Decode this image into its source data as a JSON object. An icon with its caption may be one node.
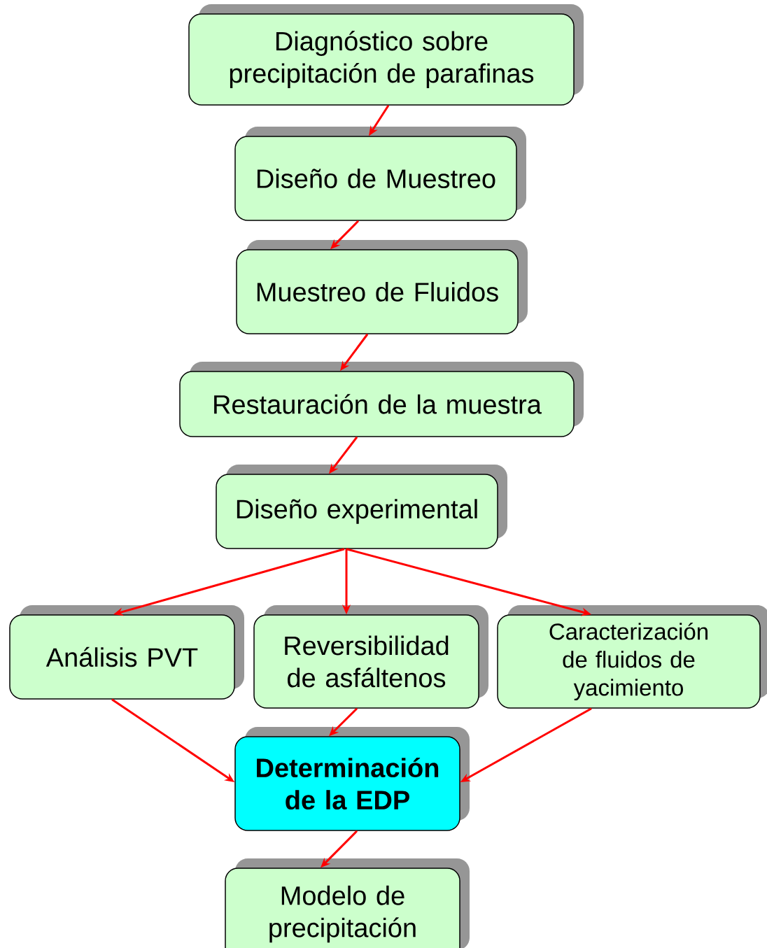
{
  "diagram": {
    "nodes": [
      {
        "text": [
          "Diagnóstico sobre precipitación de parafinas"
        ]
      },
      {
        "text": [
          "Diseño de Muestreo"
        ]
      },
      {
        "text": [
          "Muestreo de Fluidos"
        ]
      },
      {
        "text": [
          "Restauración de la muestra"
        ]
      },
      {
        "text": [
          "Diseño experimental"
        ]
      },
      {
        "text": [
          "Análisis PVT"
        ]
      },
      {
        "text": [
          "Reversibilidad de asfáltenos"
        ]
      },
      {
        "text": [
          "Caracterización de fluidos de yacimiento"
        ]
      },
      {
        "text": [
          "Determinación de la EDP"
        ]
      },
      {
        "text": [
          "Modelo de precipitación"
        ]
      }
    ],
    "edges": [
      {
        "from": 0,
        "to": 1,
        "arrow": "to"
      },
      {
        "from": 1,
        "to": 2,
        "arrow": "to"
      },
      {
        "from": 2,
        "to": 3,
        "arrow": "to"
      },
      {
        "from": 3,
        "to": 4,
        "arrow": "to"
      },
      {
        "from": 4,
        "to": 5,
        "arrow": "to"
      },
      {
        "from": 4,
        "to": 6,
        "arrow": "to"
      },
      {
        "from": 4,
        "to": 7,
        "arrow": "to"
      },
      {
        "from": 5,
        "to": 8,
        "arrow": "to"
      },
      {
        "from": 6,
        "to": 8,
        "arrow": "to"
      },
      {
        "from": 7,
        "to": 8,
        "arrow": "to"
      },
      {
        "from": 8,
        "to": 9,
        "arrow": "to"
      }
    ]
  }
}
